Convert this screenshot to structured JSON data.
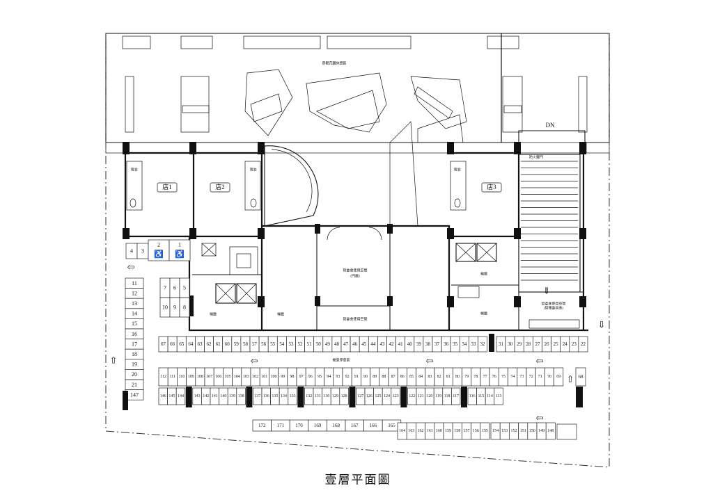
{
  "title": "壹層平面圖",
  "labels": {
    "dn": "DN",
    "shop1": "店1",
    "shop2": "店2",
    "shop3": "店3",
    "balcony": "陽台",
    "lobby": "管委會使用空間",
    "lobby_sub": "(門廳)",
    "mgmt_lower": "管委會使用空間",
    "mgmt_right": "管委會使用空間",
    "mgmt_right_sub": "(管理委員會)",
    "elevator_hall": "梯廳",
    "driveway": "機車停車區",
    "fire_door": "防火鐵門",
    "garden": "景觀花園休憩區"
  },
  "accessible_icon": "wheelchair-icon",
  "parking": {
    "accessible": [
      "2",
      "1"
    ],
    "small_left": [
      "4",
      "3"
    ],
    "grid_top": [
      "7",
      "6",
      "5"
    ],
    "grid_bottom": [
      "10",
      "9",
      "8"
    ],
    "column_left": [
      "11",
      "12",
      "13",
      "14",
      "15",
      "16",
      "17",
      "18",
      "19",
      "20",
      "21",
      "147"
    ],
    "row_a_left": [
      "67",
      "66",
      "65",
      "64",
      "63",
      "62",
      "61",
      "60",
      "59",
      "58",
      "57",
      "56",
      "55",
      "54",
      "53",
      "52",
      "51",
      "50",
      "49",
      "48",
      "47",
      "46",
      "45",
      "44",
      "43",
      "42",
      "41",
      "40",
      "39",
      "38",
      "37",
      "36",
      "35",
      "34",
      "33",
      "32"
    ],
    "row_a_right": [
      "31",
      "30",
      "29",
      "28",
      "27",
      "26",
      "25",
      "24",
      "23",
      "22"
    ],
    "row_b": [
      "112",
      "111",
      "110",
      "109",
      "108",
      "107",
      "106",
      "105",
      "104",
      "103",
      "102",
      "101",
      "100",
      "99",
      "98",
      "97",
      "96",
      "95",
      "94",
      "93",
      "92",
      "91",
      "90",
      "89",
      "88",
      "87",
      "86",
      "85",
      "84",
      "83",
      "82",
      "81",
      "80",
      "79",
      "78",
      "77",
      "76",
      "75",
      "74",
      "73",
      "72",
      "71",
      "70",
      "69"
    ],
    "row_b_end": "68",
    "row_c": [
      "146",
      "145",
      "144",
      "",
      "143",
      "142",
      "141",
      "140",
      "139",
      "138",
      "",
      "137",
      "136",
      "135",
      "134",
      "133",
      "",
      "132",
      "131",
      "130",
      "129",
      "128",
      "",
      "127",
      "126",
      "125",
      "124",
      "123",
      "",
      "122",
      "121",
      "120",
      "119",
      "118",
      "117",
      "",
      "116",
      "115",
      "114",
      "113"
    ],
    "row_d": [
      "172",
      "171",
      "170",
      "169",
      "168",
      "167",
      "166",
      "165"
    ],
    "row_e": [
      "164",
      "163",
      "162",
      "161",
      "160",
      "159",
      "158",
      "157",
      "156",
      "155",
      "",
      "154",
      "153",
      "152",
      "151",
      "150",
      "149",
      "148"
    ]
  }
}
